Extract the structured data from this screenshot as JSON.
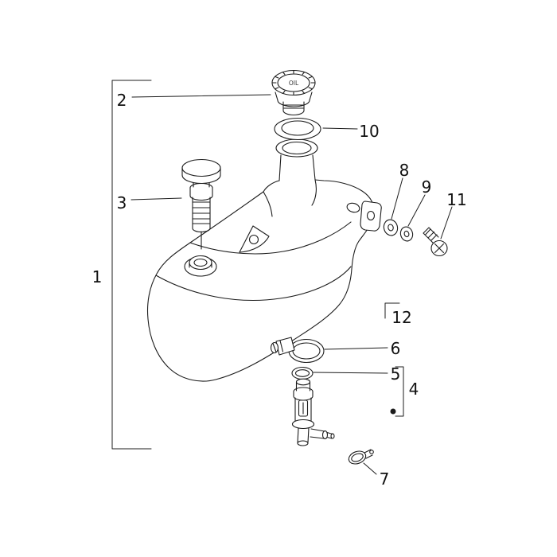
{
  "diagram": {
    "background": "#ffffff",
    "line_color": "#1c1c1c",
    "label_color": "#111111",
    "cap_text": "OIL",
    "labels": {
      "p1": "1",
      "p2": "2",
      "p3": "3",
      "p4": "4",
      "p5": "5",
      "p6": "6",
      "p7": "7",
      "p8": "8",
      "p9": "9",
      "p10": "10",
      "p11": "11",
      "p12": "12"
    }
  }
}
